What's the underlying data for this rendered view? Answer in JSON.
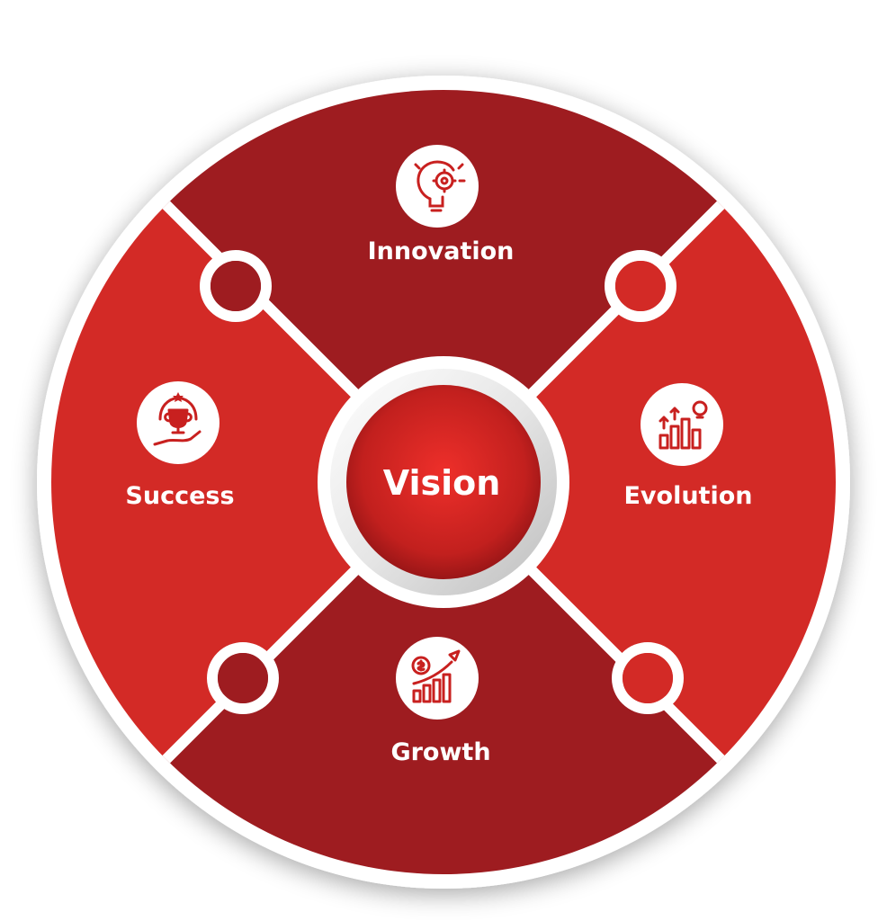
{
  "diagram": {
    "center": {
      "label": "Vision"
    },
    "segments": [
      {
        "id": "top",
        "label": "Innovation",
        "icon": "lightbulb-gears-icon"
      },
      {
        "id": "right",
        "label": "Evolution",
        "icon": "growth-bars-bulb-icon"
      },
      {
        "id": "bottom",
        "label": "Growth",
        "icon": "rocket-chart-icon"
      },
      {
        "id": "left",
        "label": "Success",
        "icon": "trophy-hand-icon"
      }
    ],
    "colors": {
      "dark_red": "#9e1c20",
      "bright_red": "#d32a26",
      "icon_red": "#c8201f",
      "white": "#ffffff",
      "center_highlight": "#ee2f2a",
      "center_shadow": "#8a1214"
    }
  }
}
